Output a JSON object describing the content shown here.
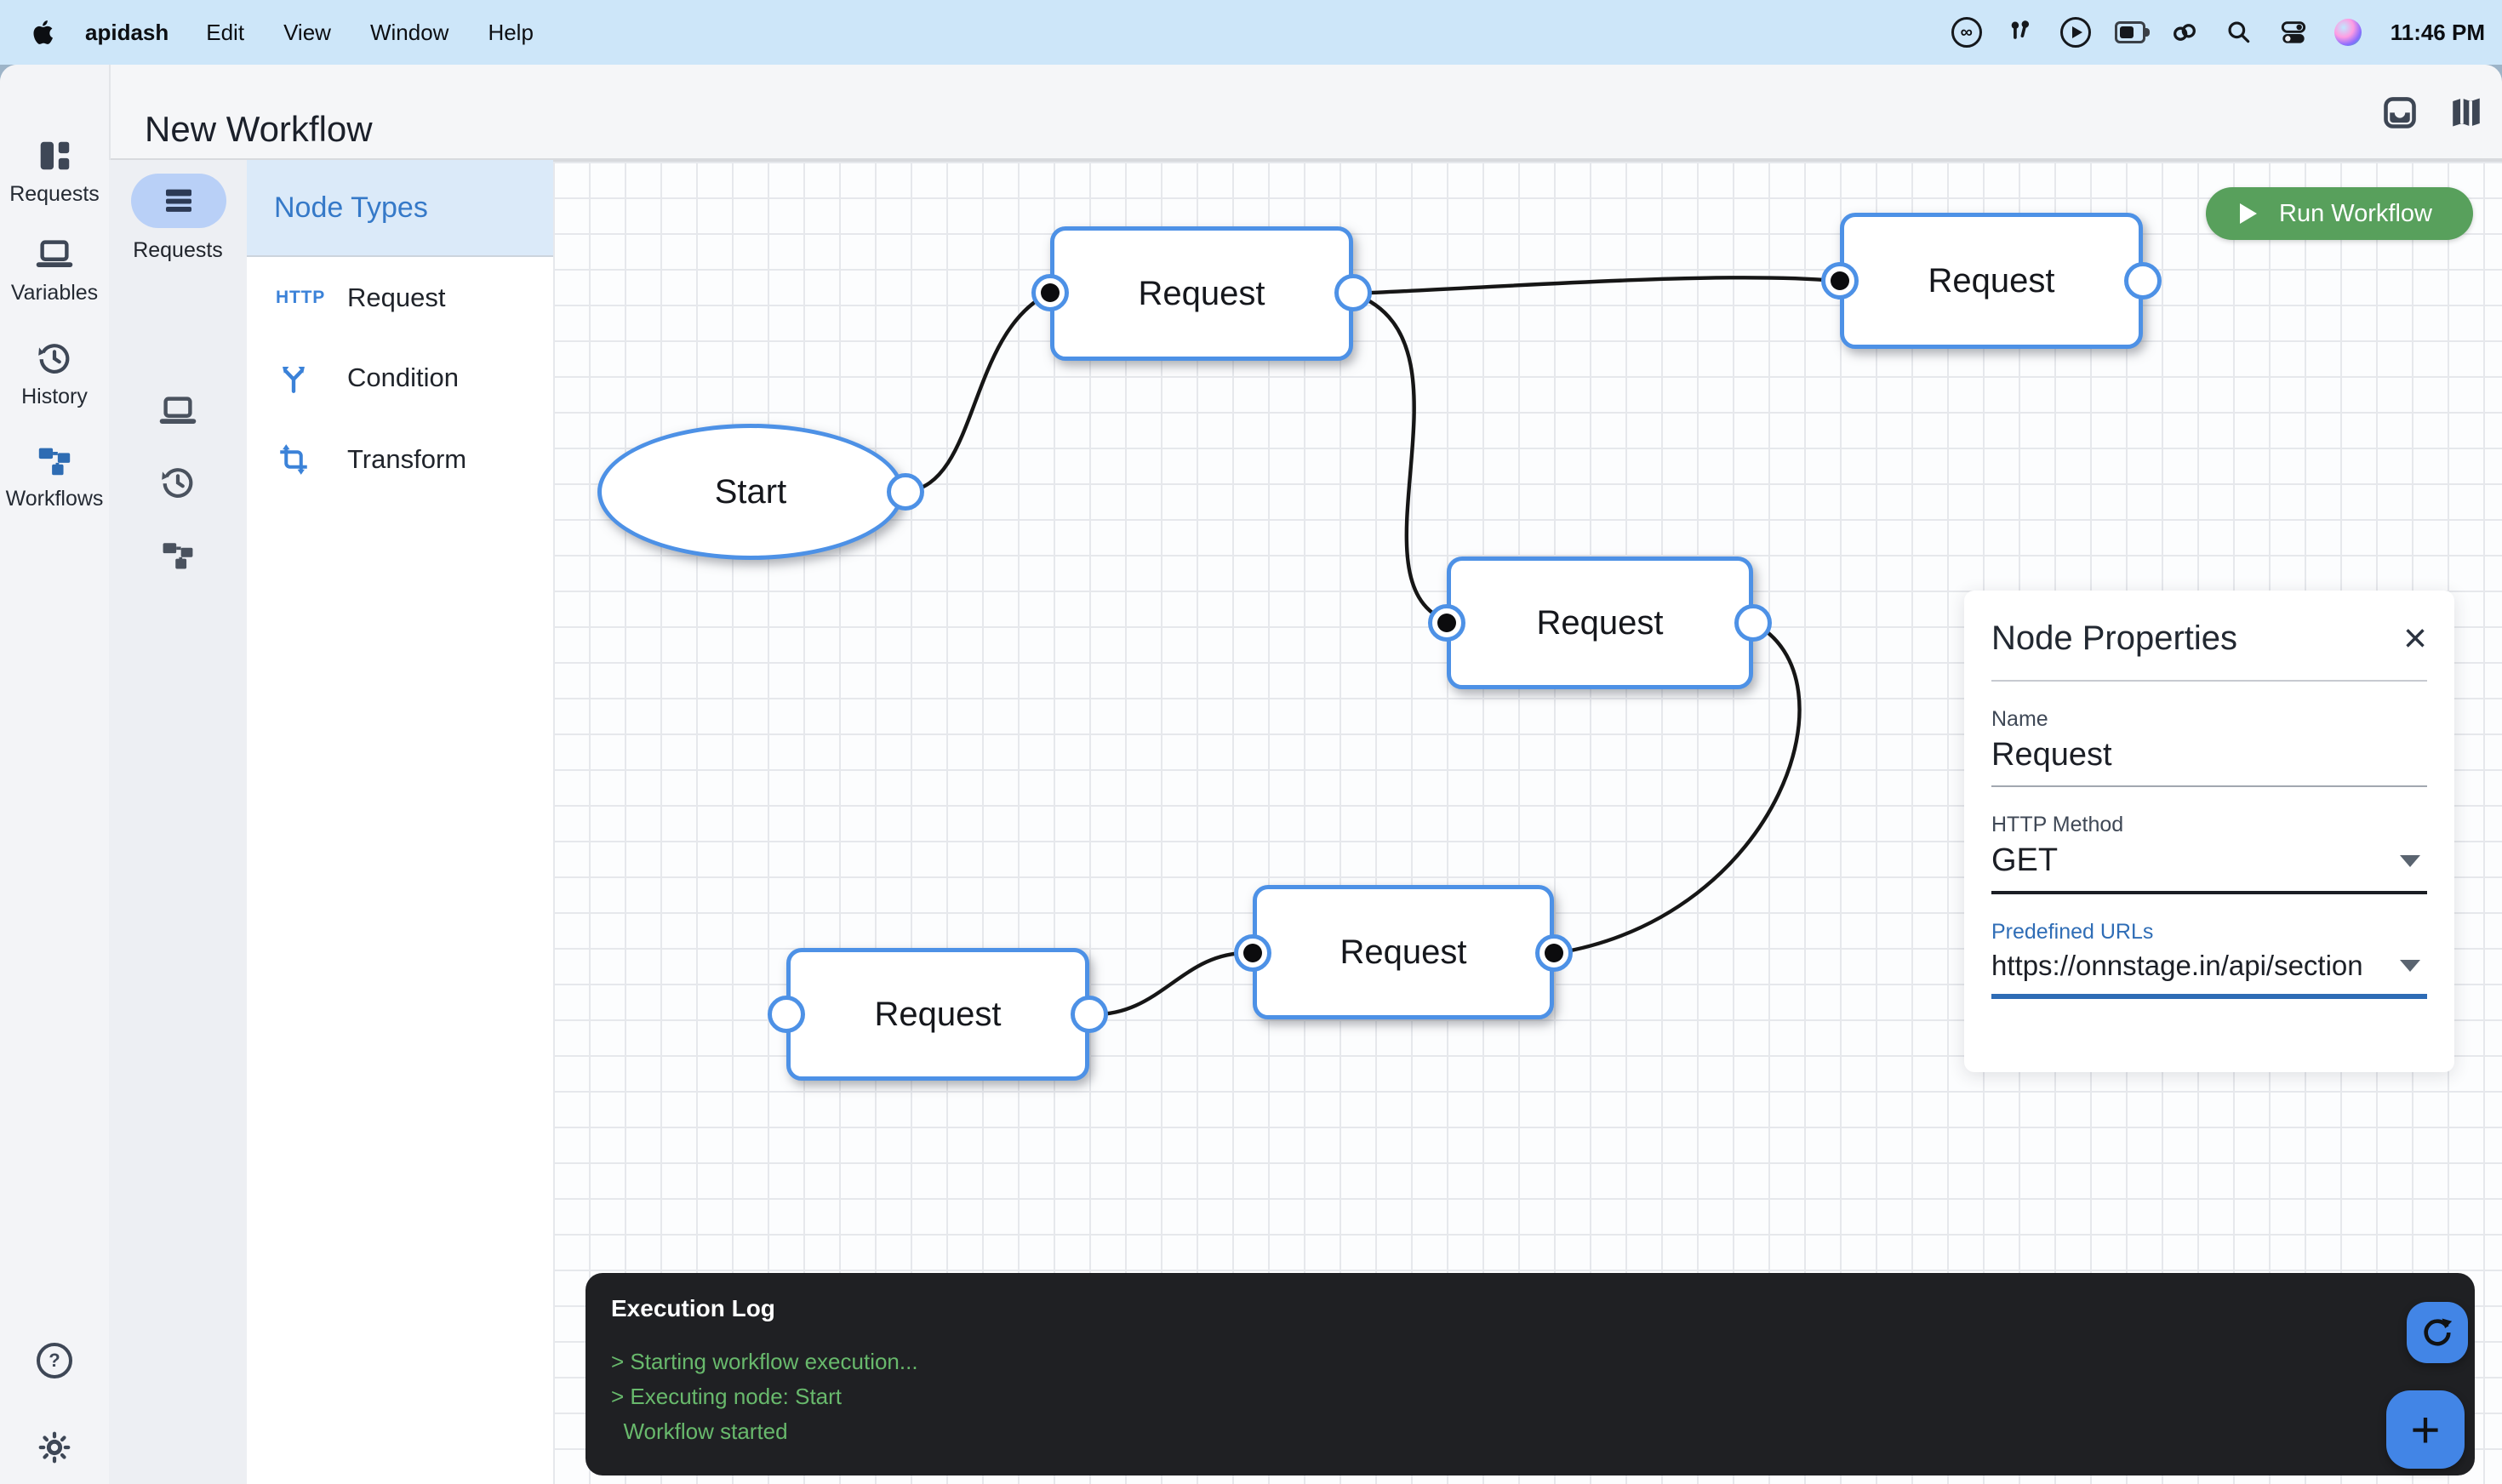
{
  "menu_bar": {
    "app_name": "apidash",
    "menus": [
      "Edit",
      "View",
      "Window",
      "Help"
    ],
    "time": "11:46 PM",
    "status_icons": [
      "creative-cloud",
      "airpods",
      "play",
      "battery",
      "handoff",
      "spotlight",
      "control-center",
      "siri"
    ]
  },
  "window": {
    "title": "New Workflow"
  },
  "sidebar": {
    "items": [
      {
        "label": "Requests"
      },
      {
        "label": "Variables"
      },
      {
        "label": "History"
      },
      {
        "label": "Workflows"
      }
    ]
  },
  "subrail": {
    "selected_label": "Requests"
  },
  "node_types": {
    "header": "Node Types",
    "items": [
      {
        "badge": "HTTP",
        "label": "Request"
      },
      {
        "label": "Condition"
      },
      {
        "label": "Transform"
      }
    ]
  },
  "canvas": {
    "run_button_label": "Run Workflow",
    "nodes": [
      {
        "id": "start",
        "shape": "ellipse",
        "label": "Start"
      },
      {
        "id": "request-1",
        "shape": "rect",
        "label": "Request"
      },
      {
        "id": "request-2",
        "shape": "rect",
        "label": "Request"
      },
      {
        "id": "request-3",
        "shape": "rect",
        "label": "Request"
      },
      {
        "id": "request-4",
        "shape": "rect",
        "label": "Request"
      },
      {
        "id": "request-5",
        "shape": "rect",
        "label": "Request"
      }
    ],
    "edges": [
      {
        "from": "start",
        "to": "request-1"
      },
      {
        "from": "request-1",
        "to": "request-2"
      },
      {
        "from": "request-1",
        "to": "request-3"
      },
      {
        "from": "request-4",
        "to": "request-5"
      },
      {
        "from": "request-3",
        "to": "request-5"
      }
    ]
  },
  "properties_panel": {
    "title": "Node Properties",
    "fields": [
      {
        "label": "Name",
        "value": "Request"
      },
      {
        "label": "HTTP Method",
        "value": "GET"
      },
      {
        "label": "Predefined URLs",
        "value": "https://onnstage.in/api/section"
      }
    ]
  },
  "execution_log": {
    "title": "Execution Log",
    "lines": [
      "> Starting workflow execution...",
      "> Executing node: Start",
      "  Workflow started"
    ]
  },
  "icons": {
    "close": "×",
    "help": "?",
    "infinity": "∞",
    "plus": "+"
  },
  "colors": {
    "accent_blue": "#4d91e6",
    "run_green": "#58a05c",
    "link_blue": "#2f6db6",
    "log_green": "#68b96c",
    "fab_blue": "#4285e6",
    "menubar_blue": "#cde6f9"
  }
}
